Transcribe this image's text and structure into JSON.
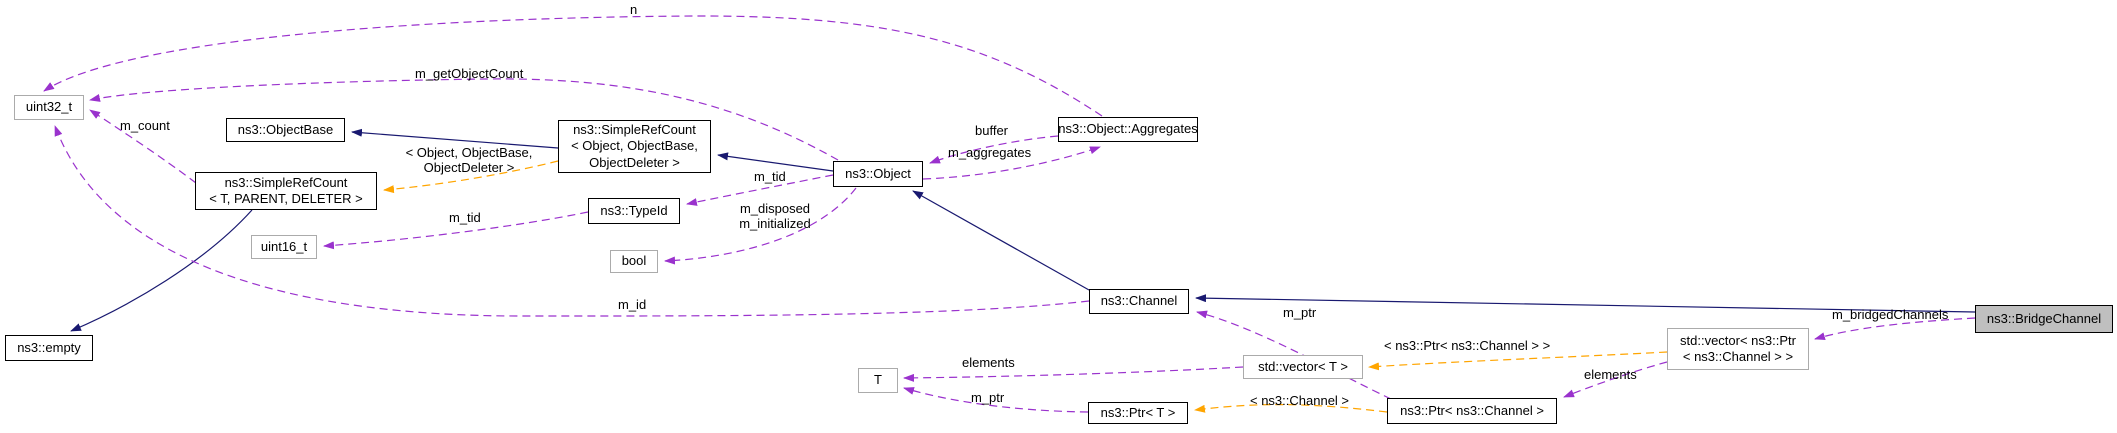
{
  "diagram": {
    "graph_type": "collaboration",
    "focus_class": "ns3::BridgeChannel",
    "colors": {
      "inheritance_edge": "#191970",
      "member_edge": "#9a32cd",
      "template_edge": "#ffa500",
      "current_node_fill": "#bfbfbf",
      "background": "#ffffff"
    },
    "nodes": [
      {
        "id": "uint32_t",
        "label": "uint32_t"
      },
      {
        "id": "objectbase",
        "label": "ns3::ObjectBase"
      },
      {
        "id": "simplerefcount-tpl",
        "label": "ns3::SimpleRefCount\n< T, PARENT, DELETER >"
      },
      {
        "id": "uint16_t",
        "label": "uint16_t"
      },
      {
        "id": "empty",
        "label": "ns3::empty"
      },
      {
        "id": "simplerefcount-object",
        "label": "ns3::SimpleRefCount\n< Object, ObjectBase,\nObjectDeleter >"
      },
      {
        "id": "typeid",
        "label": "ns3::TypeId"
      },
      {
        "id": "bool",
        "label": "bool"
      },
      {
        "id": "object",
        "label": "ns3::Object"
      },
      {
        "id": "aggregates",
        "label": "ns3::Object::Aggregates"
      },
      {
        "id": "channel",
        "label": "ns3::Channel"
      },
      {
        "id": "t",
        "label": "T"
      },
      {
        "id": "ptr-t",
        "label": "ns3::Ptr< T >"
      },
      {
        "id": "vector-t",
        "label": "std::vector< T >"
      },
      {
        "id": "ptr-channel",
        "label": "ns3::Ptr< ns3::Channel >"
      },
      {
        "id": "vector-ptr-channel",
        "label": "std::vector< ns3::Ptr\n< ns3::Channel > >"
      },
      {
        "id": "bridgechannel",
        "label": "ns3::BridgeChannel"
      }
    ],
    "edge_labels": [
      {
        "id": "n",
        "label": "n"
      },
      {
        "id": "m_getObjectCount",
        "label": "m_getObjectCount"
      },
      {
        "id": "m_count",
        "label": "m_count"
      },
      {
        "id": "m_id",
        "label": "m_id"
      },
      {
        "id": "m_tid_object",
        "label": "m_tid"
      },
      {
        "id": "m_tid_typeid",
        "label": "m_tid"
      },
      {
        "id": "m_disposed_init",
        "label": "m_disposed\nm_initialized"
      },
      {
        "id": "m_aggregates",
        "label": "m_aggregates"
      },
      {
        "id": "buffer",
        "label": "buffer"
      },
      {
        "id": "m_ptr_channel",
        "label": "m_ptr"
      },
      {
        "id": "elements_channel",
        "label": "elements"
      },
      {
        "id": "m_bridgedChannels",
        "label": "m_bridgedChannels"
      },
      {
        "id": "tmpl_vector_args",
        "label": "< ns3::Ptr< ns3::Channel > >"
      },
      {
        "id": "tmpl_ptr_args",
        "label": "< ns3::Channel >"
      },
      {
        "id": "elements_t",
        "label": "elements"
      },
      {
        "id": "m_ptr_t",
        "label": "m_ptr"
      },
      {
        "id": "tmpl_src_args",
        "label": "< Object, ObjectBase,\nObjectDeleter >"
      }
    ]
  }
}
